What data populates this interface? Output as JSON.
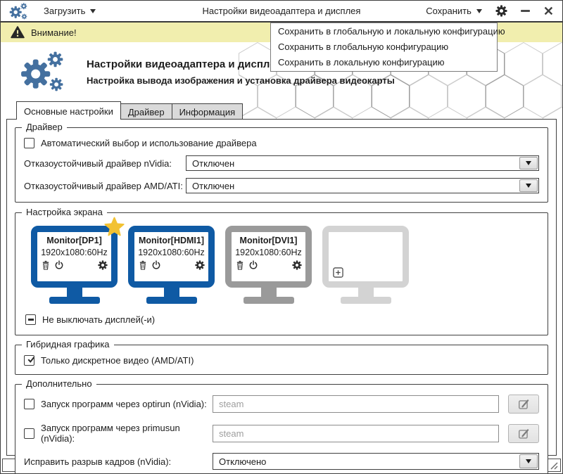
{
  "titlebar": {
    "load_button": "Загрузить",
    "title": "Настройки видеоадаптера и дисплея",
    "save_button": "Сохранить"
  },
  "save_menu": {
    "items": [
      "Сохранить в глобальную и локальную конфигурацию",
      "Сохранить в глобальную конфигурацию",
      "Сохранить в локальную конфигурацию"
    ]
  },
  "banner": {
    "text": "Внимание!"
  },
  "header": {
    "title": "Настройки видеоадаптера и дисплея",
    "subtitle": "Настройка вывода изображения и установка драйвера видеокарты"
  },
  "tabs": {
    "main": "Основные настройки",
    "driver": "Драйвер",
    "info": "Информация"
  },
  "driver": {
    "group_title": "Драйвер",
    "auto_label": "Автоматический выбор и использование драйвера",
    "nvidia_label": "Отказоустойчивый драйвер nVidia:",
    "nvidia_value": "Отключен",
    "amd_label": "Отказоустойчивый драйвер AMD/ATI:",
    "amd_value": "Отключен"
  },
  "screen": {
    "group_title": "Настройка экрана",
    "monitors": [
      {
        "name": "Monitor[DP1]",
        "resolution": "1920x1080:60Hz"
      },
      {
        "name": "Monitor[HDMI1]",
        "resolution": "1920x1080:60Hz"
      },
      {
        "name": "Monitor[DVI1]",
        "resolution": "1920x1080:60Hz"
      }
    ],
    "keep_on_label": "Не выключать дисплей(-и)"
  },
  "hybrid": {
    "group_title": "Гибридная графика",
    "discrete_label": "Только дискретное видео (AMD/ATI)"
  },
  "extra": {
    "group_title": "Дополнительно",
    "optirun_label": "Запуск программ через optirun (nVidia):",
    "optirun_placeholder": "steam",
    "primusun_label": "Запуск программ через primusun (nVidia):",
    "primusun_placeholder": "steam",
    "tearing_label": "Исправить разрыв кадров (nVidia):",
    "tearing_value": "Отключено"
  },
  "colors": {
    "accent_blue": "#44709f",
    "monitor_active": "#0f5aa4",
    "monitor_inactive": "#9a9a9a",
    "monitor_empty": "#d3d3d3",
    "banner_bg": "#f1eeae",
    "star_gold": "#f2c233"
  }
}
